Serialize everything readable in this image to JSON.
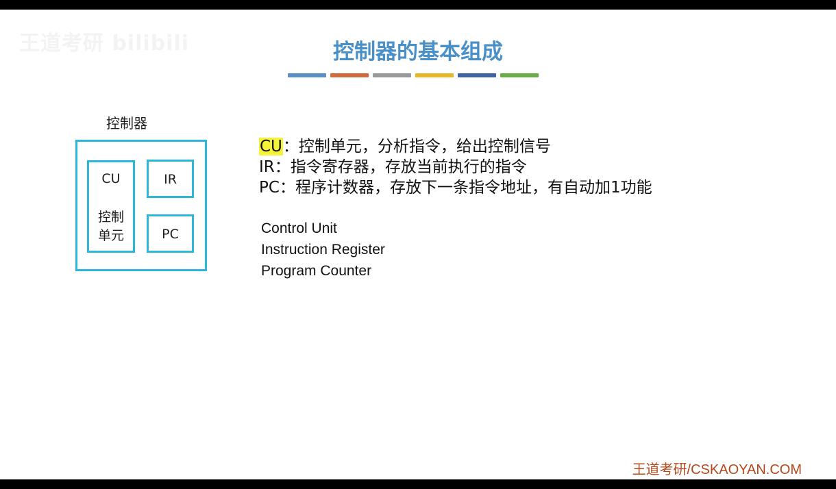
{
  "watermark": "王道考研 bilibili",
  "title": "控制器的基本组成",
  "color_bars": [
    "#5b8fc7",
    "#d26a3b",
    "#9a9a9a",
    "#e7b728",
    "#3f63a8",
    "#6aac45"
  ],
  "diagram": {
    "label": "控制器",
    "cu": {
      "abbr": "CU",
      "full_line1": "控制",
      "full_line2": "单元"
    },
    "ir": {
      "abbr": "IR"
    },
    "pc": {
      "abbr": "PC"
    }
  },
  "definitions": [
    {
      "abbr": "CU",
      "text": "：控制单元，分析指令，给出控制信号"
    },
    {
      "abbr": "IR",
      "text": "：指令寄存器，存放当前执行的指令"
    },
    {
      "abbr": "PC",
      "text": "：程序计数器，存放下一条指令地址，有自动加1功能"
    }
  ],
  "english_names": [
    "Control Unit",
    "Instruction Register",
    "Program Counter"
  ],
  "footer": "王道考研/CSKAOYAN.COM"
}
